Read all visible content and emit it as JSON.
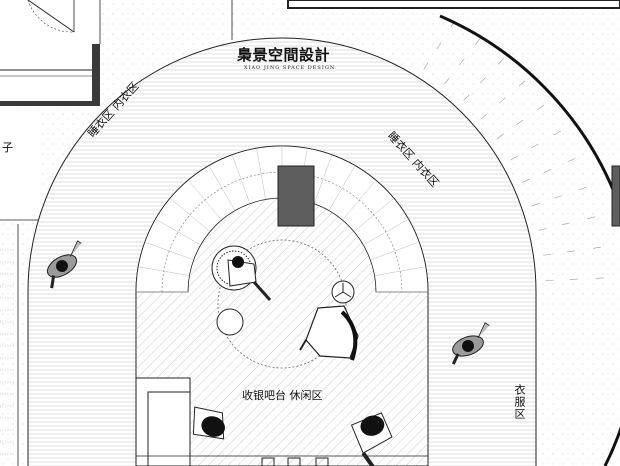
{
  "brand": {
    "name_cn": "梟景空間設計",
    "name_en": "XIAO JING SPACE DESIGN"
  },
  "zones": {
    "left_wing": "睡衣区  内衣区",
    "right_wing": "睡衣区  内衣区",
    "center": "收银吧台  休闲区",
    "right_side": "衣服区",
    "edge_partial": "子"
  },
  "colors": {
    "line": "#222222",
    "hatch": "#b5b5b5",
    "pillar": "#5e5e5e",
    "figure_body": "#9a9a9a",
    "figure_hair": "#111111",
    "background": "#ffffff"
  },
  "figures": [
    {
      "name": "shopper-left",
      "pose": "walking"
    },
    {
      "name": "shopper-right",
      "pose": "walking"
    },
    {
      "name": "seated-customer",
      "pose": "seated"
    },
    {
      "name": "cashier-left",
      "pose": "standing"
    },
    {
      "name": "cashier-right",
      "pose": "standing"
    }
  ],
  "furniture": [
    "round-table",
    "stool",
    "lounge-chair",
    "side-table",
    "display-arcs",
    "cash-counter"
  ],
  "icons": [
    "pillar-icon",
    "chair-icon",
    "person-icon"
  ]
}
